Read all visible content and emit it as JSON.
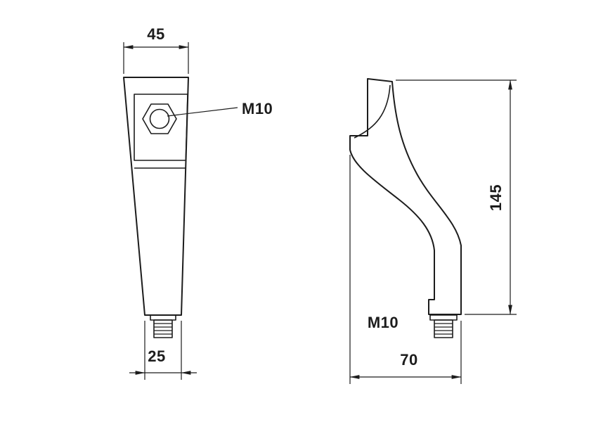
{
  "drawing": {
    "kind": "two-view technical drawing of a curved support leg with threaded studs"
  },
  "front_view": {
    "dim_top_width": "45",
    "nut_thread_label": "M10",
    "dim_bottom_width": "25"
  },
  "side_view": {
    "dim_height": "145",
    "stud_thread_label": "M10",
    "dim_width": "70"
  },
  "colors": {
    "line": "#1c1c1c",
    "background": "#ffffff"
  }
}
